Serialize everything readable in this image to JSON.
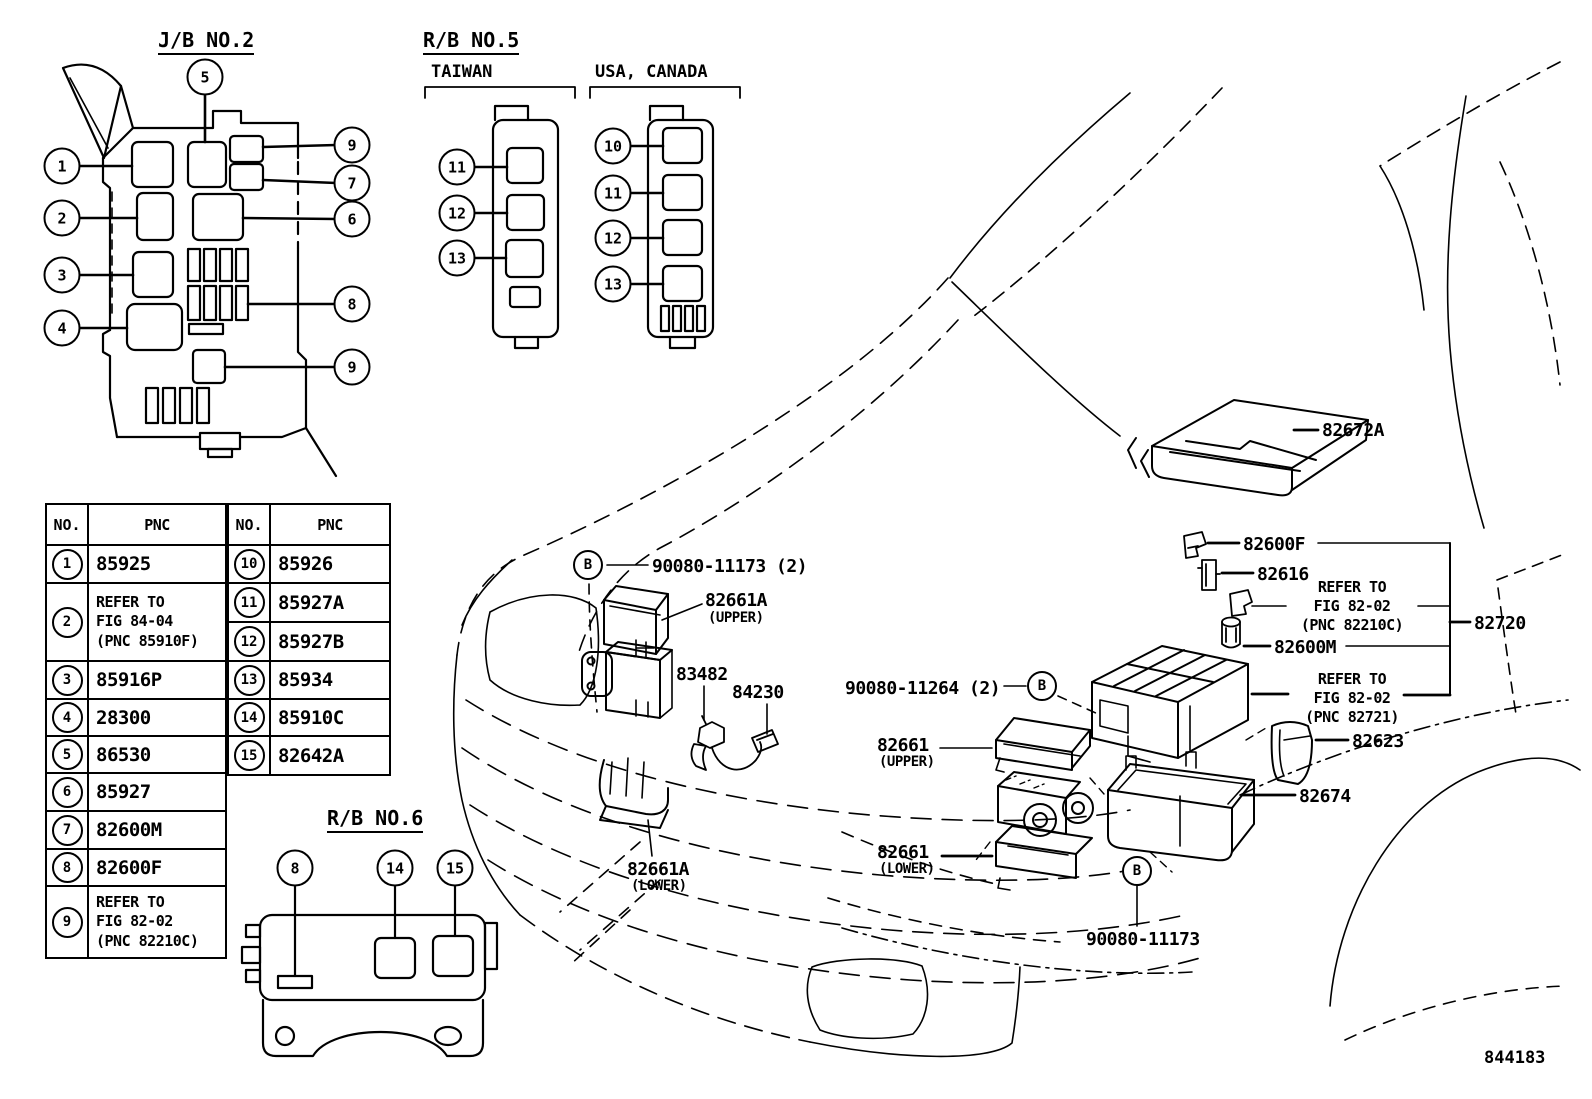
{
  "doc": {
    "number": "844183"
  },
  "jb2": {
    "title": "J/B NO.2",
    "callouts": {
      "c1": "1",
      "c2": "2",
      "c3": "3",
      "c4": "4",
      "c5": "5",
      "c6": "6",
      "c7": "7",
      "c8": "8",
      "c9a": "9",
      "c9b": "9"
    }
  },
  "rb5": {
    "title": "R/B NO.5",
    "taiwan": {
      "label": "TAIWAN",
      "callouts": {
        "c11": "11",
        "c12": "12",
        "c13": "13"
      }
    },
    "usa": {
      "label": "USA, CANADA",
      "callouts": {
        "c10": "10",
        "c11": "11",
        "c12": "12",
        "c13": "13"
      }
    }
  },
  "rb6": {
    "title": "R/B NO.6",
    "callouts": {
      "c8": "8",
      "c14": "14",
      "c15": "15"
    }
  },
  "table": {
    "no_header": "NO.",
    "pnc_header": "PNC",
    "left": [
      {
        "no": "1",
        "l1": "85925"
      },
      {
        "no": "2",
        "l1": "REFER TO",
        "l2": "FIG 84-04",
        "l3": "(PNC 85910F)"
      },
      {
        "no": "3",
        "l1": "85916P"
      },
      {
        "no": "4",
        "l1": "28300"
      },
      {
        "no": "5",
        "l1": "86530"
      },
      {
        "no": "6",
        "l1": "85927"
      },
      {
        "no": "7",
        "l1": "82600M"
      },
      {
        "no": "8",
        "l1": "82600F"
      },
      {
        "no": "9",
        "l1": "REFER TO",
        "l2": "FIG 82-02",
        "l3": "(PNC 82210C)"
      }
    ],
    "right": [
      {
        "no": "10",
        "l1": "85926"
      },
      {
        "no": "11",
        "l1": "85927A"
      },
      {
        "no": "12",
        "l1": "85927B"
      },
      {
        "no": "13",
        "l1": "85934"
      },
      {
        "no": "14",
        "l1": "85910C"
      },
      {
        "no": "15",
        "l1": "82642A"
      }
    ]
  },
  "parts": {
    "p82672a": "82672A",
    "p82600f": "82600F",
    "p82616": "82616",
    "refer_82210c_1": "REFER TO",
    "refer_82210c_2": "FIG 82-02",
    "refer_82210c_3": "(PNC 82210C)",
    "p82600m": "82600M",
    "p82720": "82720",
    "refer_82721_1": "REFER TO",
    "refer_82721_2": "FIG 82-02",
    "refer_82721_3": "(PNC 82721)",
    "p82623": "82623",
    "p82674": "82674",
    "screw_top": "90080-11173 (2)",
    "p82661a_u1": "82661A",
    "p82661a_u2": "(UPPER)",
    "p83482": "83482",
    "p84230": "84230",
    "screw_mid": "90080-11264 (2)",
    "p82661_u1": "82661",
    "p82661_u2": "(UPPER)",
    "p82661_l1": "82661",
    "p82661_l2": "(LOWER)",
    "p82661a_l1": "82661A",
    "p82661a_l2": "(LOWER)",
    "screw_bottom": "90080-11173",
    "bolt_symbol": "B"
  }
}
